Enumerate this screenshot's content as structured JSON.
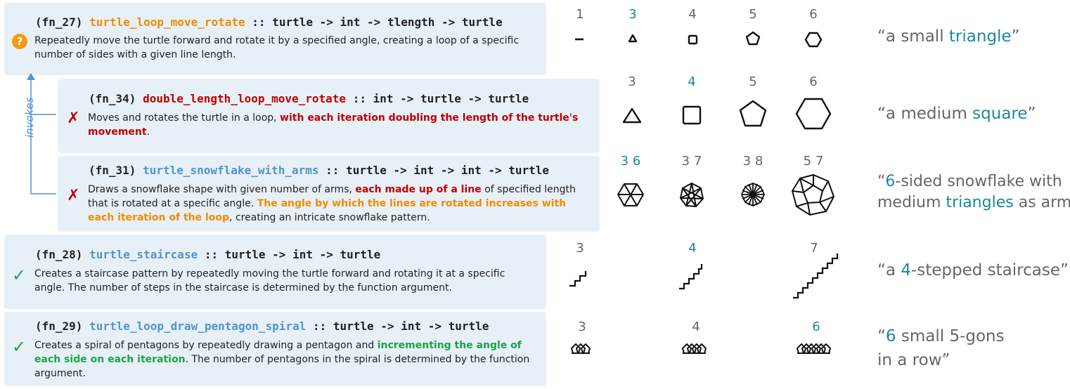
{
  "functions": [
    {
      "id": "(fn_27)",
      "name": "turtle_loop_move_rotate",
      "type": ":: turtle -> int -> tlength -> turtle",
      "desc_parts": [
        "Repeatedly move the turtle forward and rotate it by a specified angle, creating a loop of a specific number of sides with a given line length."
      ],
      "status": "?"
    },
    {
      "id": "(fn_34)",
      "name": "double_length_loop_move_rotate",
      "type": ":: int -> turtle -> turtle",
      "desc_parts": [
        "Moves and rotates the turtle in a loop, ",
        "with each iteration doubling the length of the turtle's movement",
        "."
      ],
      "status": "✗"
    },
    {
      "id": "(fn_31)",
      "name": "turtle_snowflake_with_arms",
      "type": ":: turtle -> int -> int -> turtle",
      "desc_parts": [
        "Draws a snowflake shape with given number of arms, ",
        "each made up of a line",
        " of specified length that is rotated at a specific angle. ",
        "The angle by which the lines are rotated increases with each iteration of the loop",
        ", creating an intricate snowflake pattern."
      ],
      "status": "✗"
    },
    {
      "id": "(fn_28)",
      "name": "turtle_staircase",
      "type": ":: turtle -> int -> turtle",
      "desc_parts": [
        "Creates a staircase pattern by repeatedly moving the turtle forward and rotating it at a specific angle. The number of steps in the staircase is determined by the function argument."
      ],
      "status": "✓"
    },
    {
      "id": "(fn_29)",
      "name": "turtle_loop_draw_pentagon_spiral",
      "type": ":: turtle -> int -> turtle",
      "desc_parts": [
        "Creates a spiral of pentagons by repeatedly drawing a pentagon and ",
        "incrementing the angle of each side on each iteration",
        ". The number of pentagons in the spiral is determined by the function argument."
      ],
      "status": "✓"
    }
  ],
  "invokes_label": "invokes",
  "rows": [
    {
      "labels": [
        "1",
        "3",
        "4",
        "5",
        "6"
      ],
      "caption": [
        "“a small ",
        "triangle",
        "”"
      ]
    },
    {
      "labels": [
        "3",
        "4",
        "5",
        "6"
      ],
      "caption": [
        "“a medium ",
        "square",
        "”"
      ]
    },
    {
      "labels": [
        "3  6",
        "3  7",
        "3  8",
        "5  7"
      ],
      "caption": [
        "“",
        "6",
        "-sided snowflake with",
        "medium ",
        "triangles",
        " as arms”"
      ]
    },
    {
      "labels": [
        "3",
        "4",
        "7"
      ],
      "caption": [
        "“a ",
        "4",
        "-stepped staircase”"
      ]
    },
    {
      "labels": [
        "3",
        "4",
        "6"
      ],
      "caption": [
        "“",
        "6",
        " small 5-gons",
        "in a row”"
      ]
    }
  ],
  "colors": {
    "card_bg": "#e8f0f7",
    "accent_teal": "#1a8a9a",
    "fn_orange": "#f08c00",
    "fn_blue": "#4f95d0",
    "fn_red": "#c00000",
    "ok_green": "#1aa34a"
  }
}
